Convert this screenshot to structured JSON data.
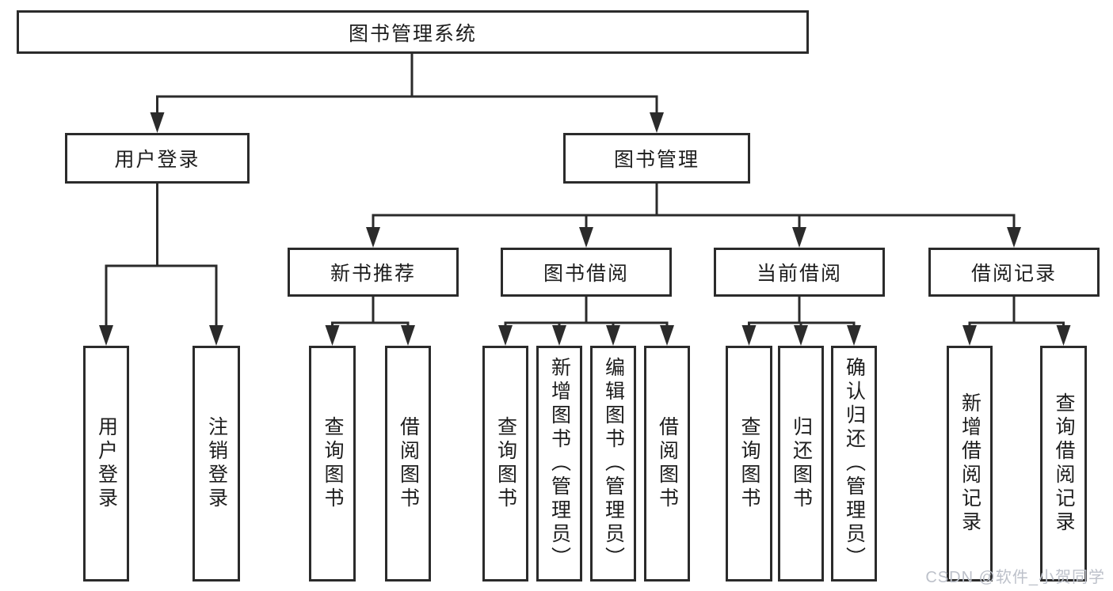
{
  "diagram": {
    "title": "图书管理系统",
    "level2": {
      "user_login": "用户登录",
      "book_mgmt": "图书管理"
    },
    "level3": {
      "new_rec": "新书推荐",
      "book_borrow": "图书借阅",
      "current_borrow": "当前借阅",
      "borrow_records": "借阅记录"
    },
    "leaves": {
      "user_login": "用户登录",
      "logout": "注销登录",
      "rec_query": "查询图书",
      "rec_borrow": "借阅图书",
      "bb_query": "查询图书",
      "bb_add": "新增图书（管理员）",
      "bb_edit": "编辑图书（管理员）",
      "bb_borrow": "借阅图书",
      "cb_query": "查询图书",
      "cb_return": "归还图书",
      "cb_confirm": "确认归还（管理员）",
      "br_add": "新增借阅记录",
      "br_query": "查询借阅记录"
    }
  },
  "colors": {
    "line": "#2b2b2b",
    "box_border": "#2b2b2b",
    "text": "#1d1d1d",
    "background": "#ffffff",
    "watermark": "#bdc1ca"
  },
  "watermark": "CSDN @软件_小贺同学"
}
